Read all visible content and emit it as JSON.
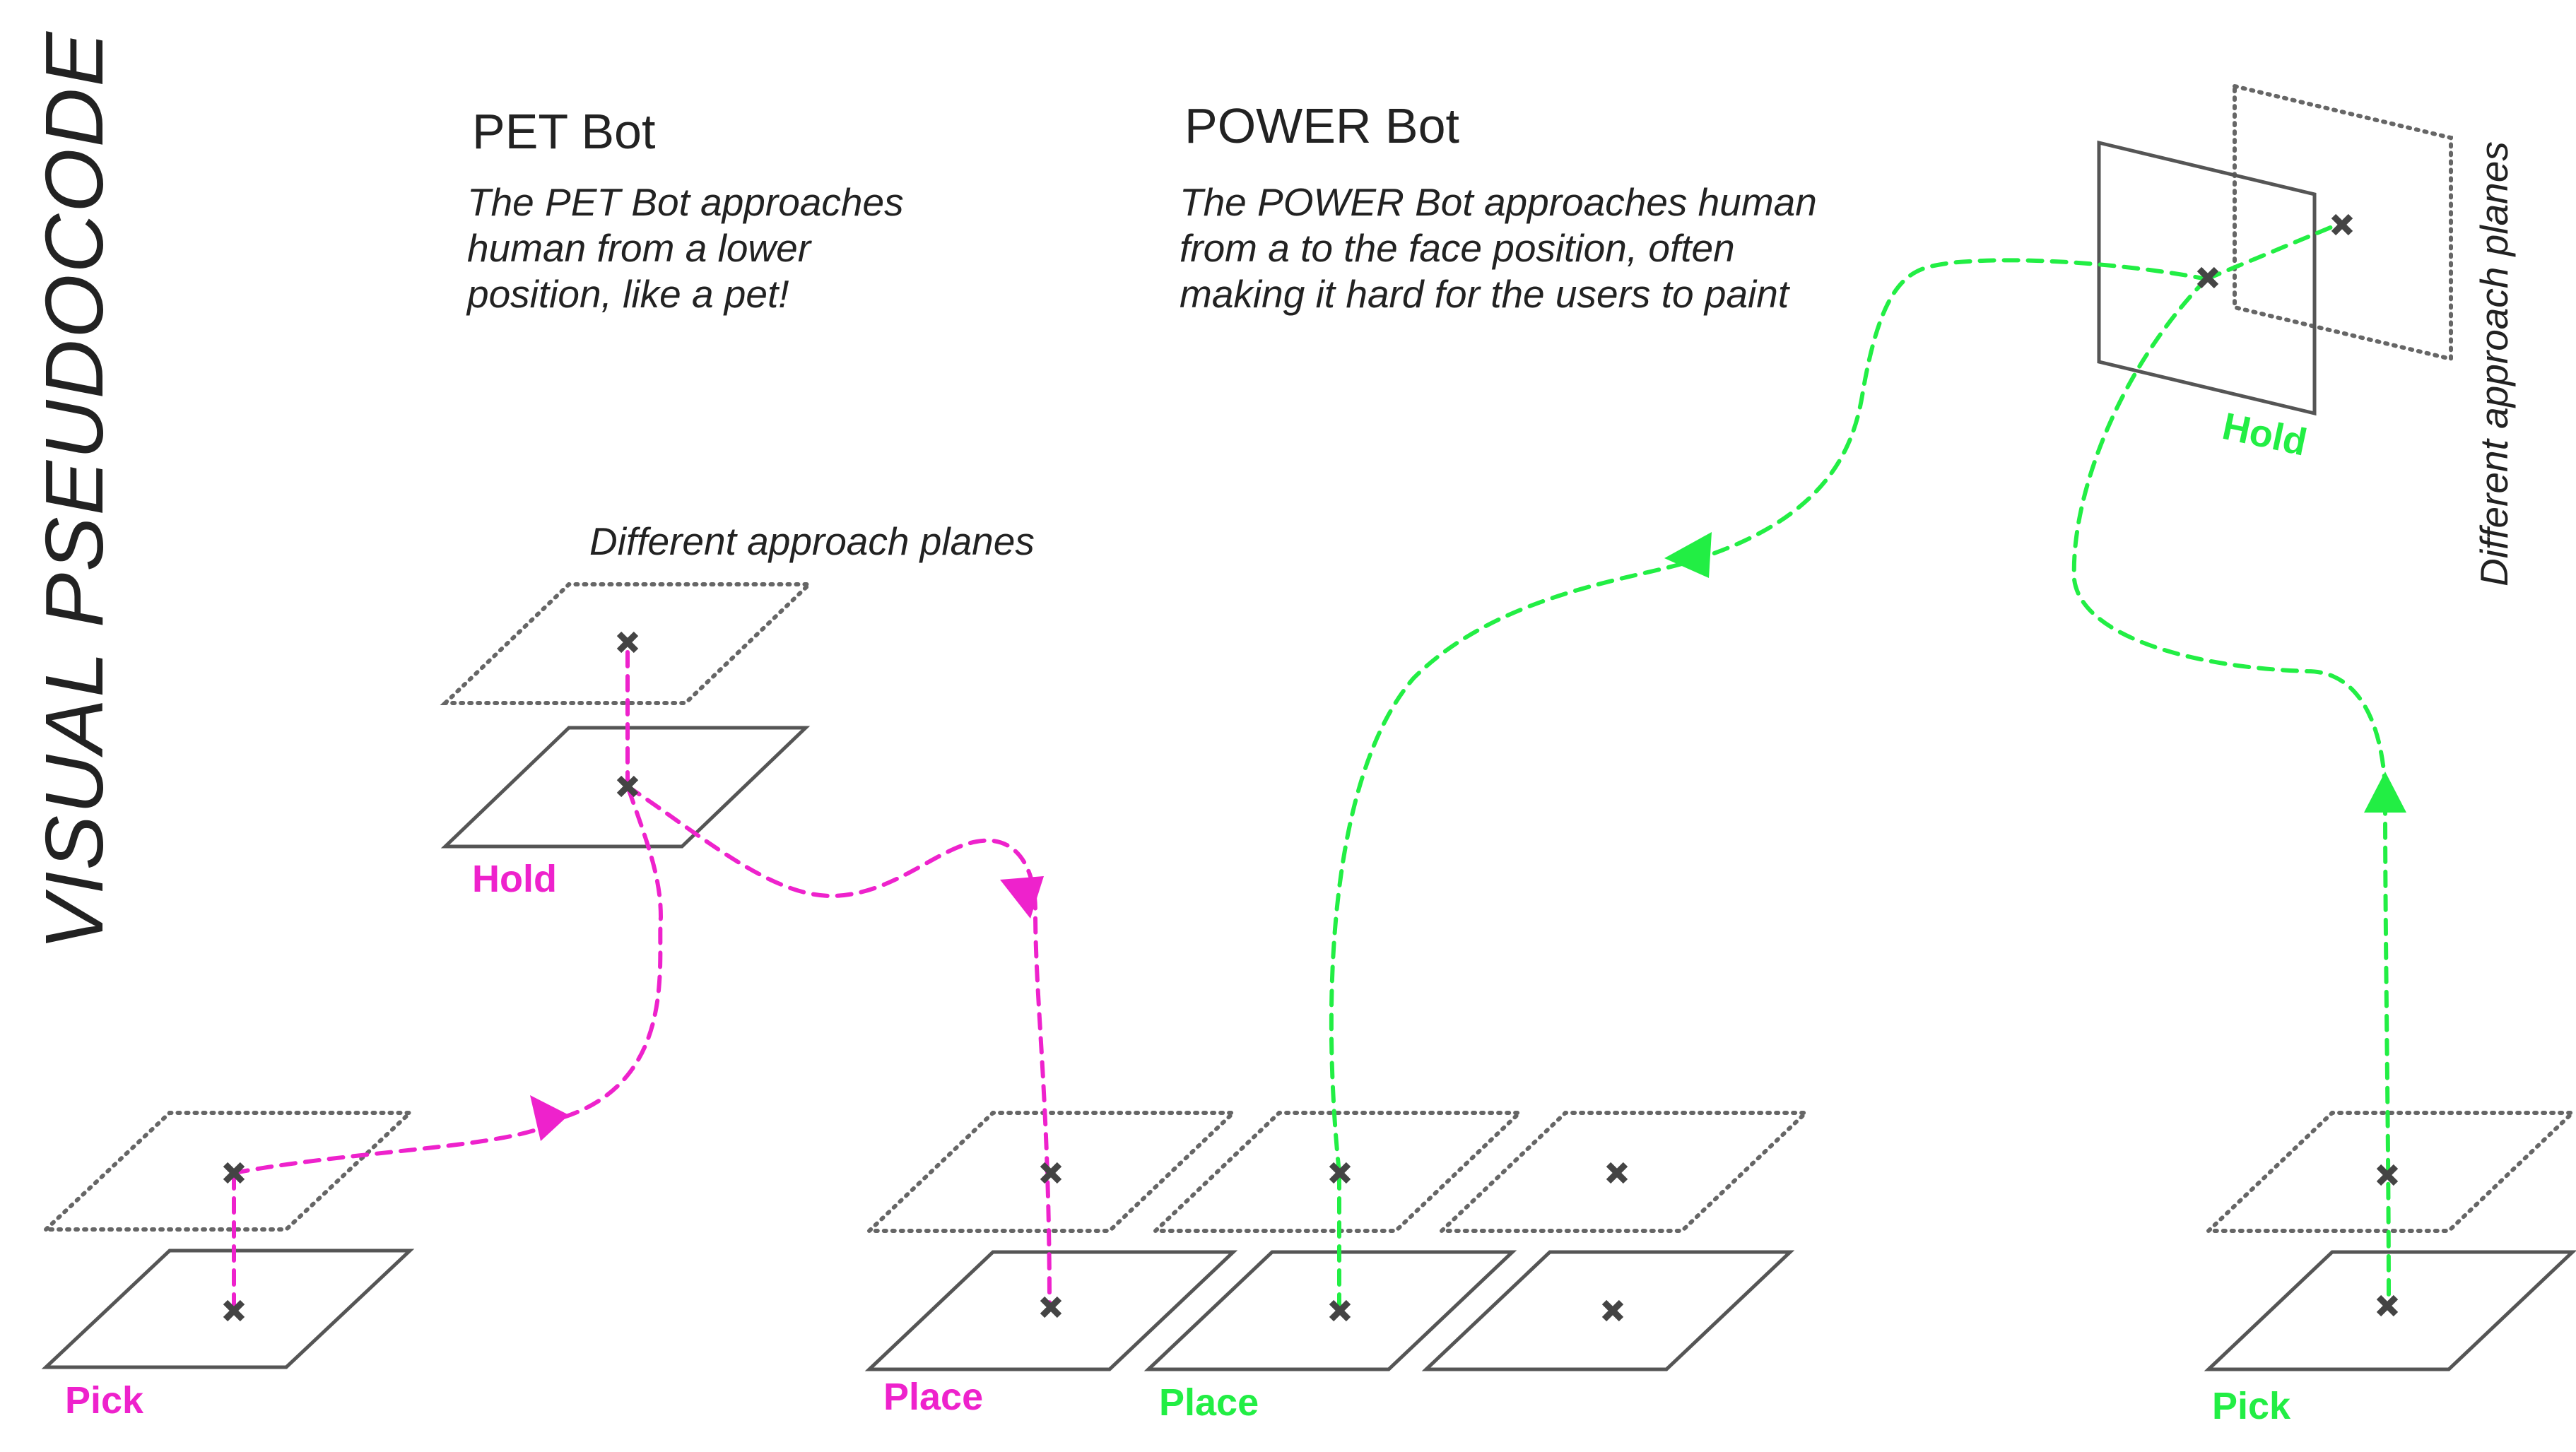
{
  "title": "VISUAL PSEUDOCODE",
  "pet": {
    "heading": "PET Bot",
    "desc_lines": [
      "The PET Bot approaches",
      "human from a lower",
      "position, like a pet!"
    ]
  },
  "power": {
    "heading": "POWER Bot",
    "desc_lines": [
      "The POWER Bot approaches human",
      "from a to the face position, often",
      "making it hard for the users to paint"
    ]
  },
  "notes": {
    "pet_planes": "Different approach planes",
    "power_planes": "Different approach planes"
  },
  "labels": {
    "pet_pick": "Pick",
    "pet_hold": "Hold",
    "pet_place": "Place",
    "power_place": "Place",
    "power_hold": "Hold",
    "power_pick": "Pick"
  },
  "colors": {
    "pet": "#ee22cc",
    "power": "#22ee44",
    "plane": "#555555",
    "marker": "#444444"
  },
  "icons": {
    "waypoint": "x-marker-icon",
    "direction": "arrowhead-icon"
  }
}
